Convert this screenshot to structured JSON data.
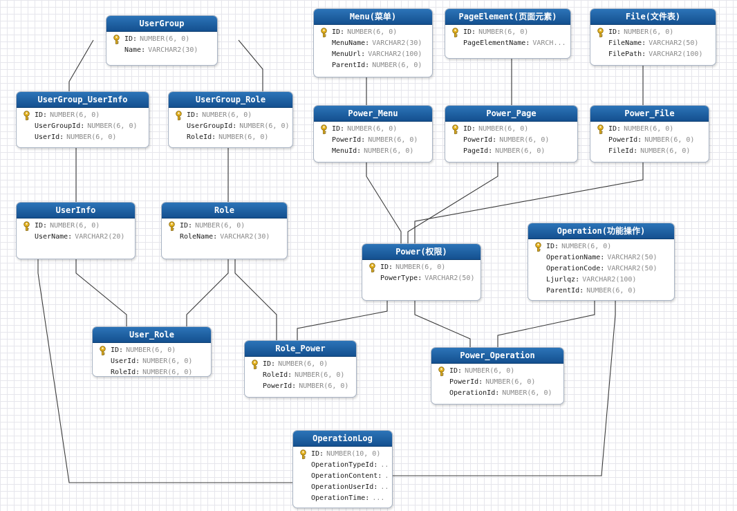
{
  "colors": {
    "header_top": "#2c74b8",
    "header_bottom": "#14508f",
    "key_gold": "#e6b422",
    "line": "#3a3a3a",
    "field_type": "#8a8a8a"
  },
  "entities": {
    "usergroup": {
      "title": "UserGroup",
      "fields": [
        {
          "name": "ID",
          "type": "NUMBER(6, 0)",
          "pk": true
        },
        {
          "name": "Name",
          "type": "VARCHAR2(30)",
          "pk": false
        }
      ]
    },
    "usergroup_userinfo": {
      "title": "UserGroup_UserInfo",
      "fields": [
        {
          "name": "ID",
          "type": "NUMBER(6, 0)",
          "pk": true
        },
        {
          "name": "UserGroupId",
          "type": "NUMBER(6, 0)",
          "pk": false
        },
        {
          "name": "UserId",
          "type": "NUMBER(6, 0)",
          "pk": false
        }
      ]
    },
    "usergroup_role": {
      "title": "UserGroup_Role",
      "fields": [
        {
          "name": "ID",
          "type": "NUMBER(6, 0)",
          "pk": true
        },
        {
          "name": "UserGroupId",
          "type": "NUMBER(6, 0)",
          "pk": false
        },
        {
          "name": "RoleId",
          "type": "NUMBER(6, 0)",
          "pk": false
        }
      ]
    },
    "userinfo": {
      "title": "UserInfo",
      "fields": [
        {
          "name": "ID",
          "type": "NUMBER(6, 0)",
          "pk": true
        },
        {
          "name": "UserName",
          "type": "VARCHAR2(20)",
          "pk": false
        }
      ]
    },
    "role": {
      "title": "Role",
      "fields": [
        {
          "name": "ID",
          "type": "NUMBER(6, 0)",
          "pk": true
        },
        {
          "name": "RoleName",
          "type": "VARCHAR2(30)",
          "pk": false
        }
      ]
    },
    "user_role": {
      "title": "User_Role",
      "fields": [
        {
          "name": "ID",
          "type": "NUMBER(6, 0)",
          "pk": true
        },
        {
          "name": "UserId",
          "type": "NUMBER(6, 0)",
          "pk": false
        },
        {
          "name": "RoleId",
          "type": "NUMBER(6, 0)",
          "pk": false
        }
      ]
    },
    "role_power": {
      "title": "Role_Power",
      "fields": [
        {
          "name": "ID",
          "type": "NUMBER(6, 0)",
          "pk": true
        },
        {
          "name": "RoleId",
          "type": "NUMBER(6, 0)",
          "pk": false
        },
        {
          "name": "PowerId",
          "type": "NUMBER(6, 0)",
          "pk": false
        }
      ]
    },
    "menu": {
      "title": "Menu(菜单)",
      "fields": [
        {
          "name": "ID",
          "type": "NUMBER(6, 0)",
          "pk": true
        },
        {
          "name": "MenuName",
          "type": "VARCHAR2(30)",
          "pk": false
        },
        {
          "name": "MenuUrl",
          "type": "VARCHAR2(100)",
          "pk": false
        },
        {
          "name": "ParentId",
          "type": "NUMBER(6, 0)",
          "pk": false
        }
      ]
    },
    "pageelement": {
      "title": "PageElement(页面元素)",
      "fields": [
        {
          "name": "ID",
          "type": "NUMBER(6, 0)",
          "pk": true
        },
        {
          "name": "PageElementName",
          "type": "VARCH...",
          "pk": false
        }
      ]
    },
    "file": {
      "title": "File(文件表)",
      "fields": [
        {
          "name": "ID",
          "type": "NUMBER(6, 0)",
          "pk": true
        },
        {
          "name": "FileName",
          "type": "VARCHAR2(50)",
          "pk": false
        },
        {
          "name": "FilePath",
          "type": "VARCHAR2(100)",
          "pk": false
        }
      ]
    },
    "power_menu": {
      "title": "Power_Menu",
      "fields": [
        {
          "name": "ID",
          "type": "NUMBER(6, 0)",
          "pk": true
        },
        {
          "name": "PowerId",
          "type": "NUMBER(6, 0)",
          "pk": false
        },
        {
          "name": "MenuId",
          "type": "NUMBER(6, 0)",
          "pk": false
        }
      ]
    },
    "power_page": {
      "title": "Power_Page",
      "fields": [
        {
          "name": "ID",
          "type": "NUMBER(6, 0)",
          "pk": true
        },
        {
          "name": "PowerId",
          "type": "NUMBER(6, 0)",
          "pk": false
        },
        {
          "name": "PageId",
          "type": "NUMBER(6, 0)",
          "pk": false
        }
      ]
    },
    "power_file": {
      "title": "Power_File",
      "fields": [
        {
          "name": "ID",
          "type": "NUMBER(6, 0)",
          "pk": true
        },
        {
          "name": "PowerId",
          "type": "NUMBER(6, 0)",
          "pk": false
        },
        {
          "name": "FileId",
          "type": "NUMBER(6, 0)",
          "pk": false
        }
      ]
    },
    "power": {
      "title": "Power(权限)",
      "fields": [
        {
          "name": "ID",
          "type": "NUMBER(6, 0)",
          "pk": true
        },
        {
          "name": "PowerType",
          "type": "VARCHAR2(50)",
          "pk": false
        }
      ]
    },
    "operation": {
      "title": "Operation(功能操作)",
      "fields": [
        {
          "name": "ID",
          "type": "NUMBER(6, 0)",
          "pk": true
        },
        {
          "name": "OperationName",
          "type": "VARCHAR2(50)",
          "pk": false
        },
        {
          "name": "OperationCode",
          "type": "VARCHAR2(50)",
          "pk": false
        },
        {
          "name": "Ljurlqz",
          "type": "VARCHAR2(100)",
          "pk": false
        },
        {
          "name": "ParentId",
          "type": "NUMBER(6, 0)",
          "pk": false
        }
      ]
    },
    "power_operation": {
      "title": "Power_Operation",
      "fields": [
        {
          "name": "ID",
          "type": "NUMBER(6, 0)",
          "pk": true
        },
        {
          "name": "PowerId",
          "type": "NUMBER(6, 0)",
          "pk": false
        },
        {
          "name": "OperationId",
          "type": "NUMBER(6, 0)",
          "pk": false
        }
      ]
    },
    "operationlog": {
      "title": "OperationLog",
      "fields": [
        {
          "name": "ID",
          "type": "NUMBER(10, 0)",
          "pk": true
        },
        {
          "name": "OperationTypeId",
          "type": "...",
          "pk": false
        },
        {
          "name": "OperationContent",
          "type": "...",
          "pk": false
        },
        {
          "name": "OperationUserId",
          "type": "...",
          "pk": false
        },
        {
          "name": "OperationTime",
          "type": "...",
          "pk": false
        }
      ]
    }
  }
}
